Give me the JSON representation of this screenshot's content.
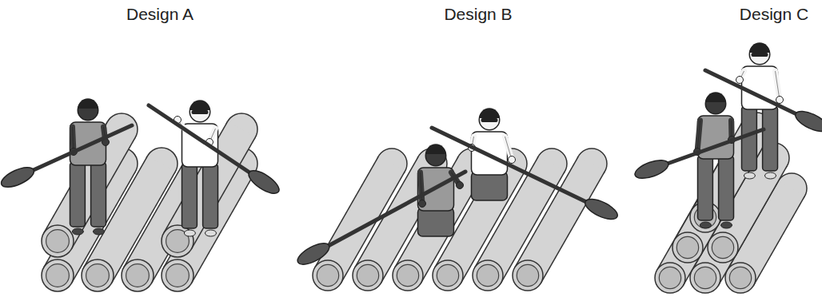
{
  "diagram": {
    "labels": [
      "Design A",
      "Design B",
      "Design C"
    ]
  }
}
